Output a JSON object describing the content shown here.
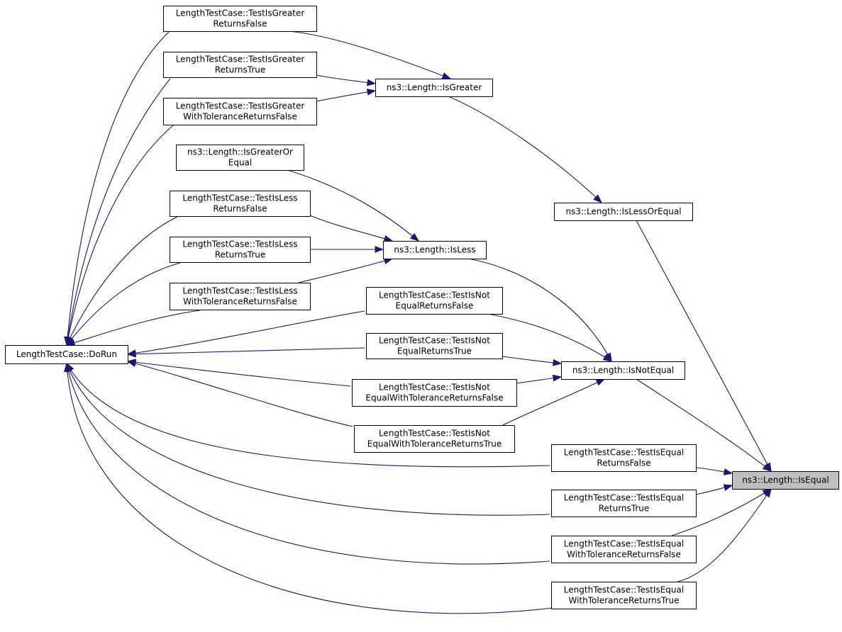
{
  "graph": {
    "kind": "caller-graph",
    "nodes": {
      "dorun": [
        "LengthTestCase::DoRun"
      ],
      "g_false": [
        "LengthTestCase::TestIsGreater",
        "ReturnsFalse"
      ],
      "g_true": [
        "LengthTestCase::TestIsGreater",
        "ReturnsTrue"
      ],
      "g_tol": [
        "LengthTestCase::TestIsGreater",
        "WithToleranceReturnsFalse"
      ],
      "isgreateroreq": [
        "ns3::Length::IsGreaterOr",
        "Equal"
      ],
      "l_false": [
        "LengthTestCase::TestIsLess",
        "ReturnsFalse"
      ],
      "l_true": [
        "LengthTestCase::TestIsLess",
        "ReturnsTrue"
      ],
      "l_tol": [
        "LengthTestCase::TestIsLess",
        "WithToleranceReturnsFalse"
      ],
      "isgreater": [
        "ns3::Length::IsGreater"
      ],
      "isless": [
        "ns3::Length::IsLess"
      ],
      "islessoreq": [
        "ns3::Length::IsLessOrEqual"
      ],
      "ne_false": [
        "LengthTestCase::TestIsNot",
        "EqualReturnsFalse"
      ],
      "ne_true": [
        "LengthTestCase::TestIsNot",
        "EqualReturnsTrue"
      ],
      "ne_tolf": [
        "LengthTestCase::TestIsNot",
        "EqualWithToleranceReturnsFalse"
      ],
      "ne_tolt": [
        "LengthTestCase::TestIsNot",
        "EqualWithToleranceReturnsTrue"
      ],
      "isnotequal": [
        "ns3::Length::IsNotEqual"
      ],
      "e_false": [
        "LengthTestCase::TestIsEqual",
        "ReturnsFalse"
      ],
      "e_true": [
        "LengthTestCase::TestIsEqual",
        "ReturnsTrue"
      ],
      "e_tolf": [
        "LengthTestCase::TestIsEqual",
        "WithToleranceReturnsFalse"
      ],
      "e_tolt": [
        "LengthTestCase::TestIsEqual",
        "WithToleranceReturnsTrue"
      ],
      "isequal": [
        "ns3::Length::IsEqual"
      ]
    },
    "highlighted": "isequal",
    "edges": [
      [
        "g_false",
        "dorun"
      ],
      [
        "g_true",
        "dorun"
      ],
      [
        "g_tol",
        "dorun"
      ],
      [
        "l_false",
        "dorun"
      ],
      [
        "l_true",
        "dorun"
      ],
      [
        "l_tol",
        "dorun"
      ],
      [
        "ne_false",
        "dorun"
      ],
      [
        "ne_true",
        "dorun"
      ],
      [
        "ne_tolf",
        "dorun"
      ],
      [
        "ne_tolt",
        "dorun"
      ],
      [
        "e_false",
        "dorun"
      ],
      [
        "e_true",
        "dorun"
      ],
      [
        "e_tolf",
        "dorun"
      ],
      [
        "e_tolt",
        "dorun"
      ],
      [
        "isgreater",
        "g_false"
      ],
      [
        "isgreater",
        "g_true"
      ],
      [
        "isgreater",
        "g_tol"
      ],
      [
        "islessoreq",
        "isgreater"
      ],
      [
        "isless",
        "isgreateroreq"
      ],
      [
        "isless",
        "l_false"
      ],
      [
        "isless",
        "l_true"
      ],
      [
        "isless",
        "l_tol"
      ],
      [
        "isnotequal",
        "isless"
      ],
      [
        "isnotequal",
        "ne_false"
      ],
      [
        "isnotequal",
        "ne_true"
      ],
      [
        "isnotequal",
        "ne_tolf"
      ],
      [
        "isnotequal",
        "ne_tolt"
      ],
      [
        "isequal",
        "islessoreq"
      ],
      [
        "isequal",
        "isnotequal"
      ],
      [
        "isequal",
        "e_false"
      ],
      [
        "isequal",
        "e_true"
      ],
      [
        "isequal",
        "e_tolf"
      ],
      [
        "isequal",
        "e_tolt"
      ]
    ],
    "colors": {
      "edge": "#191970",
      "node_border": "#000000",
      "highlight_fill": "#bfbfbf"
    }
  }
}
